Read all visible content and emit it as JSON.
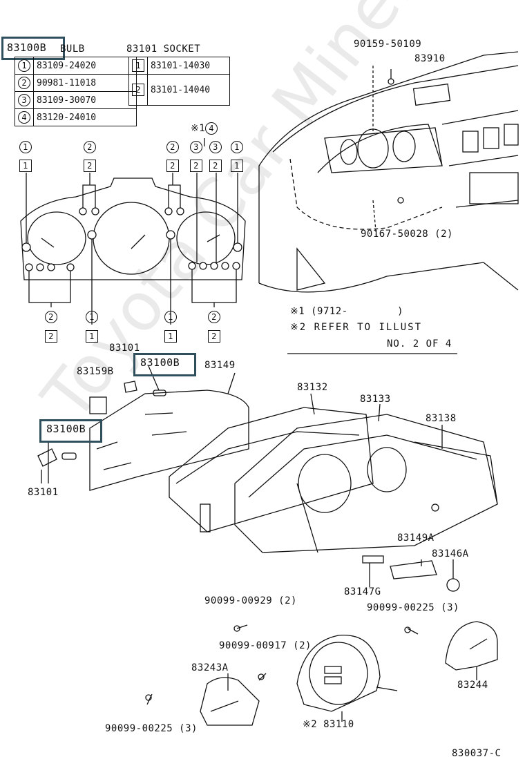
{
  "bulb_table": {
    "header_code": "83100B",
    "header_label": "BULB",
    "rows": [
      {
        "sym": "1",
        "part": "83109-24020"
      },
      {
        "sym": "2",
        "part": "90981-11018"
      },
      {
        "sym": "3",
        "part": "83109-30070"
      },
      {
        "sym": "4",
        "part": "83120-24010"
      }
    ]
  },
  "socket_table": {
    "header": "83101 SOCKET",
    "rows": [
      {
        "sym": "1",
        "part": "83101-14030"
      },
      {
        "sym": "2",
        "part": "83101-14040"
      }
    ]
  },
  "notes": {
    "note1": "※1 (9712-        )",
    "note2": "※2 REFER TO ILLUST",
    "note2b": "NO. 2 OF 4",
    "star14": "※1"
  },
  "callouts": {
    "c90159": "90159-50109",
    "c83910": "83910",
    "c90167": "90167-50028 (2)",
    "c83101a": "83101",
    "c83100b_mid": "83100B",
    "c83149": "83149",
    "c83159b": "83159B",
    "c83132": "83132",
    "c83133": "83133",
    "c83138": "83138",
    "c83100b_left": "83100B",
    "c83101b": "83101",
    "c83149a": "83149A",
    "c83146a": "83146A",
    "c83147g": "83147G",
    "c90099_929": "90099-00929 (2)",
    "c90099_225a": "90099-00225 (3)",
    "c90099_917": "90099-00917 (2)",
    "c83243a": "83243A",
    "c83244": "83244",
    "c83110": "※2 83110",
    "c90099_225b": "90099-00225 (3)",
    "figure_id": "830037-C"
  },
  "bulb_marks": {
    "top": [
      "1",
      "2",
      "2",
      "3",
      "3",
      "1"
    ],
    "top_sq": [
      "1",
      "2",
      "2",
      "2",
      "2",
      "1"
    ],
    "bottom": [
      "2",
      "1",
      "1",
      "2"
    ],
    "bottom_sq": [
      "2",
      "1",
      "1",
      "2"
    ],
    "star_mark": "4"
  },
  "watermark": "Toyota Car Mine.ru"
}
